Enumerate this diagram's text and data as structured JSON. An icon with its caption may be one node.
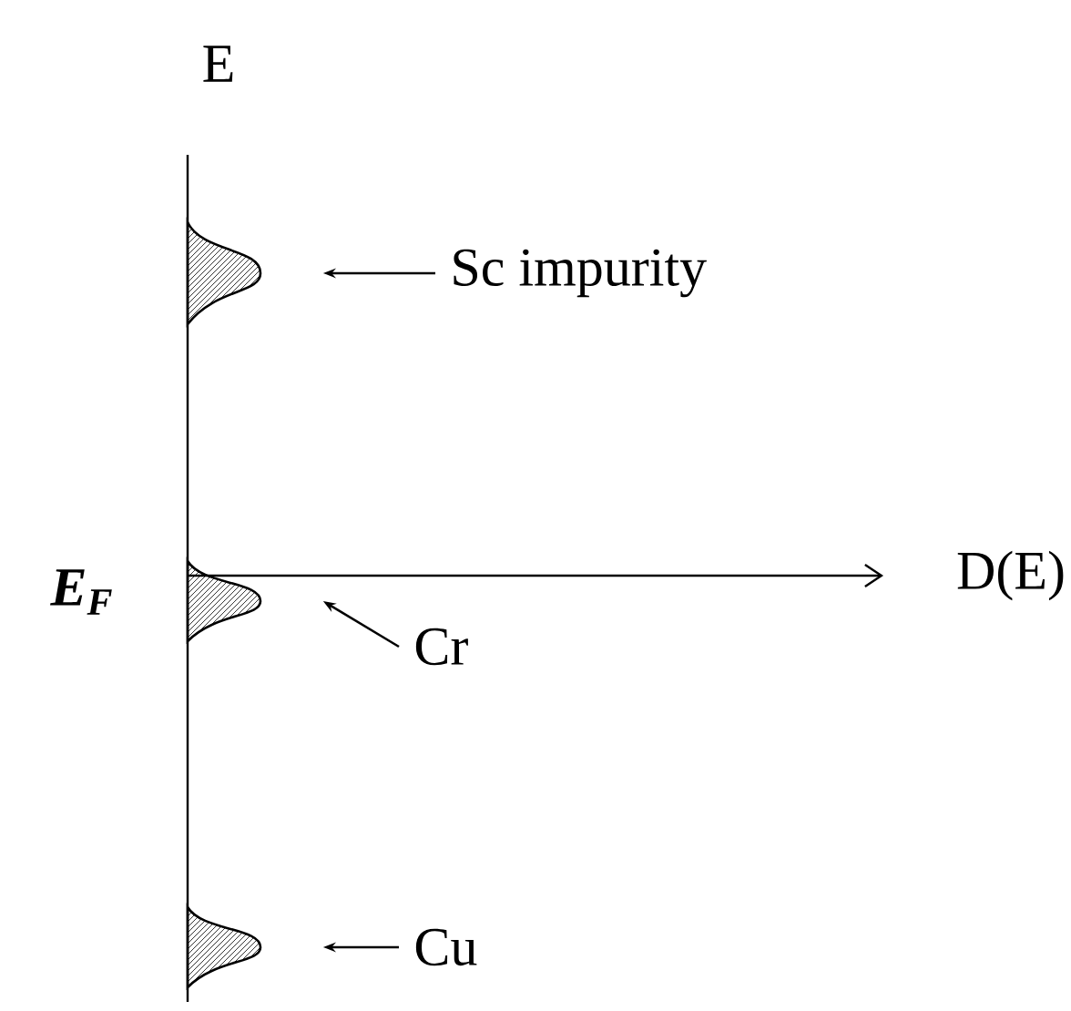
{
  "diagram": {
    "nodes": [
      {
        "text": [],
        "shape": "picture"
      },
      {
        "text": [
          "Sc impurity"
        ]
      },
      {
        "text": [],
        "shape": "picture"
      },
      {
        "text": [
          "Cr"
        ]
      },
      {
        "text": [],
        "shape": "picture"
      },
      {
        "text": [
          "Cu"
        ]
      }
    ],
    "edges": [
      {
        "from": 1,
        "to": 0,
        "arrow": "to"
      },
      {
        "from": 3,
        "to": 2,
        "arrow": "to"
      },
      {
        "from": 5,
        "to": 4,
        "arrow": "to"
      }
    ],
    "labels": [
      "E",
      "E$_{F}$",
      "D(E)"
    ]
  }
}
